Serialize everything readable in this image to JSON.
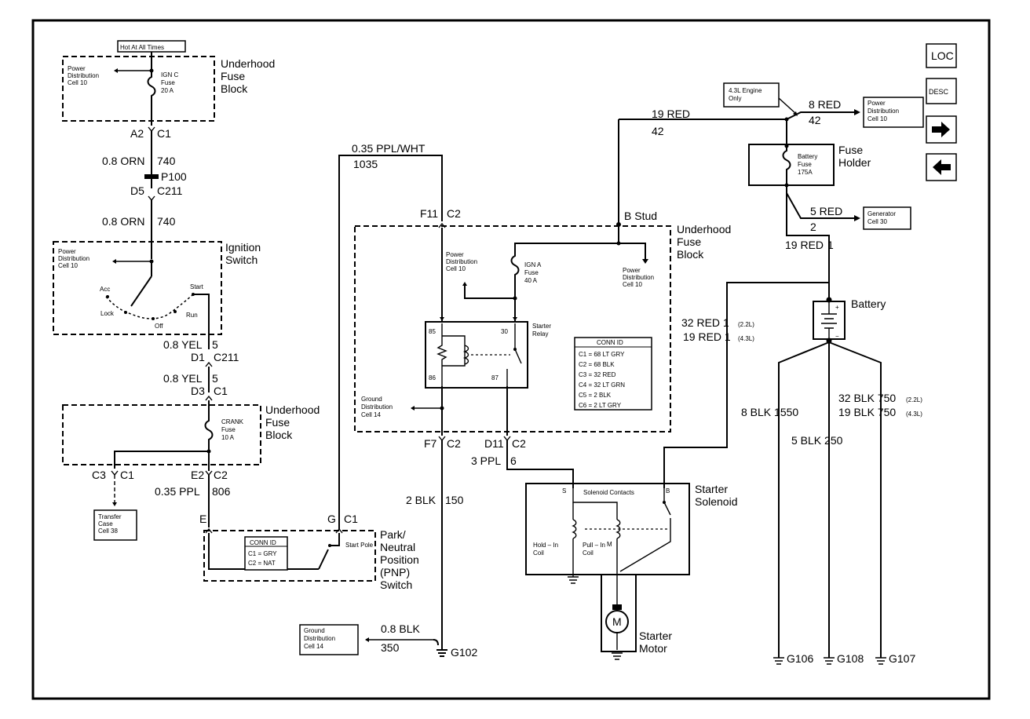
{
  "nav": {
    "loc_label": "LOC",
    "desc_label": "DESC"
  },
  "modules": {
    "hot_at_all_times": "Hot At All Times",
    "underhood_fuse_block_a": "Underhood Fuse Block",
    "underhood_fuse_block_b": "Underhood Fuse Block",
    "underhood_fuse_block_c": "Underhood Fuse Block",
    "ignition_switch": "Ignition Switch",
    "park_neutral_switch": "Park/ Neutral Position (PNP) Switch",
    "starter_solenoid": "Starter Solenoid",
    "starter_motor": "Starter Motor",
    "fuse_holder": "Fuse Holder",
    "battery": "Battery",
    "starter_relay": "Starter Relay",
    "engine_only": "4.3L Engine Only"
  },
  "fuses": {
    "ign_c": "IGN C Fuse 20 A",
    "crank": "CRANK Fuse 10 A",
    "ign_a": "IGN A Fuse 40 A",
    "battery": "Battery Fuse 175A"
  },
  "refs": {
    "pd_cell10": "Power Distribution Cell 10",
    "ground_cell14": "Ground Distribution Cell 14",
    "transfer_cell38": "Transfer Case Cell 38",
    "generator_cell30": "Generator Cell 30"
  },
  "switch_positions": {
    "acc": "Acc",
    "lock": "Lock",
    "off": "Off",
    "run": "Run",
    "start": "Start",
    "start_pole": "Start Pole"
  },
  "connectors": {
    "a2": "A2",
    "c1": "C1",
    "d5": "D5",
    "c211": "C211",
    "p100": "P100",
    "d1": "D1",
    "d3": "D3",
    "c3": "C3",
    "e2": "E2",
    "c2": "C2",
    "e": "E",
    "g": "G",
    "f11": "F11",
    "f7": "F7",
    "d11": "D11",
    "b_stud": "B Stud"
  },
  "wires": {
    "w740_size": "0.8 ORN",
    "w740_num": "740",
    "w5_a_size": "0.8 YEL",
    "w5_a_num": "5",
    "w5_b_size": "0.8 YEL",
    "w5_b_num": "5",
    "w806_size": "0.35 PPL",
    "w806_num": "806",
    "w1035_size": "0.35 PPL/WHT",
    "w1035_num": "1035",
    "w150_size": "2 BLK",
    "w150_num": "150",
    "w6_size": "3 PPL",
    "w6_num": "6",
    "w350_size": "0.8 BLK",
    "w350_num": "350",
    "w42_size": "19 RED",
    "w42_num": "42",
    "w42b_size": "8 RED",
    "w42b_num": "42",
    "w2_size": "5 RED",
    "w2_num": "2",
    "w1_size": "19 RED",
    "w1_num": "1",
    "w1_22": "32 RED 1",
    "w1_22_note": "(2.2L)",
    "w1_43": "19 RED 1",
    "w1_43_note": "(4.3L)",
    "w1550": "8 BLK 1550",
    "w250": "5 BLK 250",
    "w750_22": "32 BLK 750",
    "w750_22_note": "(2.2L)",
    "w750_43": "19 BLK 750",
    "w750_43_note": "(4.3L)"
  },
  "relay_pins": {
    "p85": "85",
    "p86": "86",
    "p30": "30",
    "p87": "87"
  },
  "solenoid": {
    "s": "S",
    "b": "B",
    "m": "M",
    "contacts": "Solenoid Contacts",
    "hold_in": "Hold – In Coil",
    "pull_in": "Pull – In Coil",
    "motor": "M"
  },
  "grounds": {
    "g102": "G102",
    "g106": "G106",
    "g108": "G108",
    "g107": "G107"
  },
  "conn_id_relay": {
    "title": "CONN ID",
    "rows": [
      "C1 = 68 LT GRY",
      "C2 = 68 BLK",
      "C3 = 32 RED",
      "C4 = 32 LT GRN",
      "C5 = 2 BLK",
      "C6 = 2 LT GRY"
    ]
  },
  "conn_id_pnp": {
    "title": "CONN ID",
    "rows": [
      "C1 = GRY",
      "C2 = NAT"
    ]
  }
}
